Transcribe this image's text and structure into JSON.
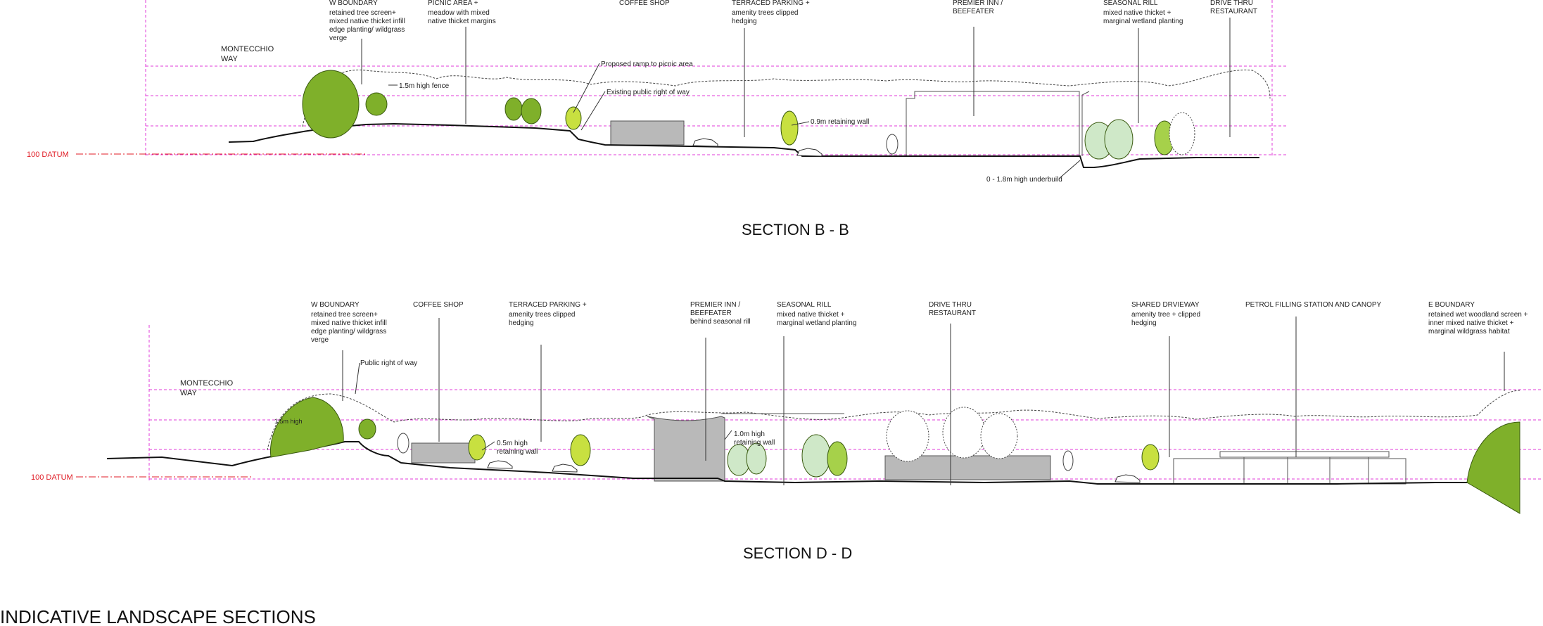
{
  "sheet_title": "INDICATIVE LANDSCAPE SECTIONS",
  "colors": {
    "guide": "#e23bd8",
    "datum": "#e01b24",
    "ground": "#111111",
    "tree_fill": "#7fb02a",
    "tree_pale": "#cfe8c8",
    "building": "#b9b9b9"
  },
  "section_b": {
    "title": "SECTION B - B",
    "datum_label": "100 DATUM",
    "road_label": [
      "MONTECCHIO",
      "WAY"
    ],
    "callouts": [
      {
        "title": "W BOUNDARY",
        "lines": [
          "retained tree screen+",
          "mixed native thicket infill",
          "edge planting/ wildgrass",
          "verge"
        ]
      },
      {
        "title": "PICNIC AREA +",
        "lines": [
          "meadow with mixed",
          "native thicket margins"
        ]
      },
      {
        "title": "COFFEE SHOP",
        "lines": []
      },
      {
        "title": "TERRACED PARKING +",
        "lines": [
          "amenity trees clipped",
          "hedging"
        ]
      },
      {
        "title": "PREMIER INN /",
        "lines": [
          "BEEFEATER"
        ]
      },
      {
        "title": "SEASONAL RILL",
        "lines": [
          "mixed native thicket +",
          "marginal wetland planting"
        ]
      },
      {
        "title": "DRIVE THRU",
        "lines": [
          "RESTAURANT"
        ]
      }
    ],
    "notes": {
      "fence": "1.5m high fence",
      "ramp": "Proposed ramp to picnic area",
      "prow": "Existing public right of way",
      "retaining": "0.9m retaining wall",
      "underbuild": "0 - 1.8m high underbuild"
    }
  },
  "section_d": {
    "title": "SECTION D - D",
    "datum_label": "100 DATUM",
    "road_label": [
      "MONTECCHIO",
      "WAY"
    ],
    "callouts": [
      {
        "title": "W BOUNDARY",
        "lines": [
          "retained tree screen+",
          "mixed native thicket infill",
          "edge planting/ wildgrass",
          "verge"
        ]
      },
      {
        "title": "COFFEE SHOP",
        "lines": []
      },
      {
        "title": "TERRACED PARKING +",
        "lines": [
          "amenity trees clipped",
          "hedging"
        ]
      },
      {
        "title": "PREMIER INN /",
        "lines": [
          "BEEFEATER",
          "behind seasonal rill"
        ]
      },
      {
        "title": "SEASONAL RILL",
        "lines": [
          "mixed native thicket +",
          "marginal wetland planting"
        ]
      },
      {
        "title": "DRIVE THRU",
        "lines": [
          "RESTAURANT"
        ]
      },
      {
        "title": "SHARED DRVIEWAY",
        "lines": [
          "amenity tree + clipped",
          "hedging"
        ]
      },
      {
        "title": "PETROL FILLING STATION AND CANOPY",
        "lines": []
      },
      {
        "title": "E BOUNDARY",
        "lines": [
          "retained wet woodland screen +",
          "inner mixed native thicket +",
          "marginal wildgrass habitat"
        ]
      }
    ],
    "notes": {
      "prow": "Public right of way",
      "fence": "1.5m high",
      "retaining_a": [
        "0.5m high",
        "retaining wall"
      ],
      "retaining_b": [
        "1.0m high",
        "retaining wall"
      ]
    }
  }
}
